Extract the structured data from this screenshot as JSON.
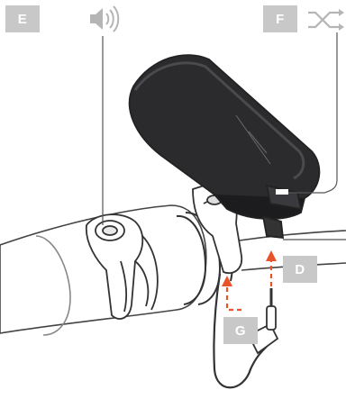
{
  "callouts": {
    "e": "E",
    "f": "F",
    "d": "D",
    "g": "G"
  },
  "icons": {
    "e": "speaker-volume-icon",
    "f": "shuffle-icon"
  },
  "colors": {
    "callout_bg": "#c8c8c8",
    "callout_text": "#ffffff",
    "arrow": "#e8542a",
    "line": "#555555",
    "icon": "#b5b5b5"
  }
}
